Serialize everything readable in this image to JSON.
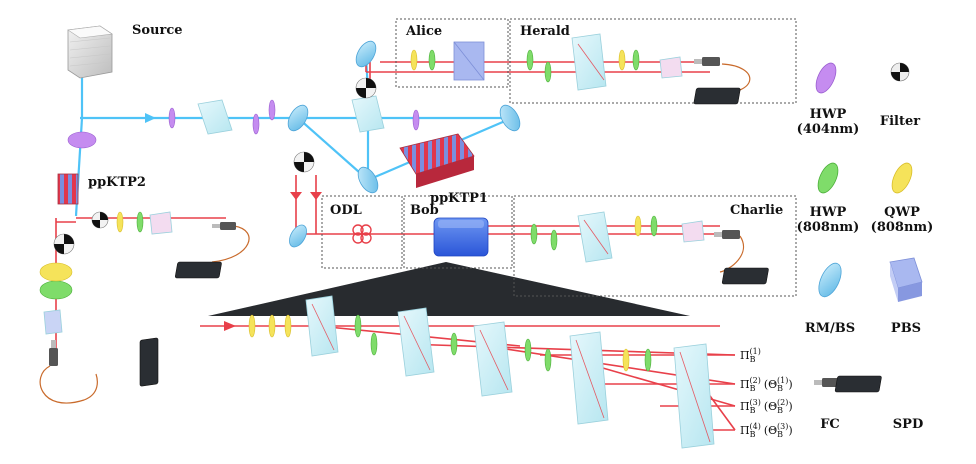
{
  "labels": {
    "source": "Source",
    "alice": "Alice",
    "herald": "Herald",
    "ppktp1": "ppKTP1",
    "ppktp2": "ppKTP2",
    "odl": "ODL",
    "bob": "Bob",
    "charlie": "Charlie"
  },
  "legend": {
    "hwp404": [
      "HWP",
      "(404nm)"
    ],
    "filter": "Filter",
    "hwp808": [
      "HWP",
      "(808nm)"
    ],
    "qwp808": [
      "QWP",
      "(808nm)"
    ],
    "rmbs": "RM/BS",
    "pbs": "PBS",
    "fc": "FC",
    "spd": "SPD"
  },
  "outputs": [
    {
      "main": "Π",
      "sub": "B",
      "sup": "(1)",
      "theta": ""
    },
    {
      "main": "Π",
      "sub": "B",
      "sup": "(2)",
      "theta": "(Θ",
      "tsub": "B",
      "tsup": "(1)"
    },
    {
      "main": "Π",
      "sub": "B",
      "sup": "(3)",
      "theta": "(Θ",
      "tsub": "B",
      "tsup": "(2)"
    },
    {
      "main": "Π",
      "sub": "B",
      "sup": "(4)",
      "theta": "(Θ",
      "tsub": "B",
      "tsup": "(3)"
    }
  ],
  "colors": {
    "pump_beam": "#4fc3f7",
    "red_beam": "#e8404a",
    "hwp404": "#c58cf0",
    "hwp808": "#7fdc6a",
    "qwp808": "#f5e35a",
    "mirror": "#8fd3f5",
    "pbs": "#a9b8f0",
    "crystal_red": "#e2364c",
    "crystal_blue": "#7a8fe0",
    "spd": "#2a2e33"
  }
}
